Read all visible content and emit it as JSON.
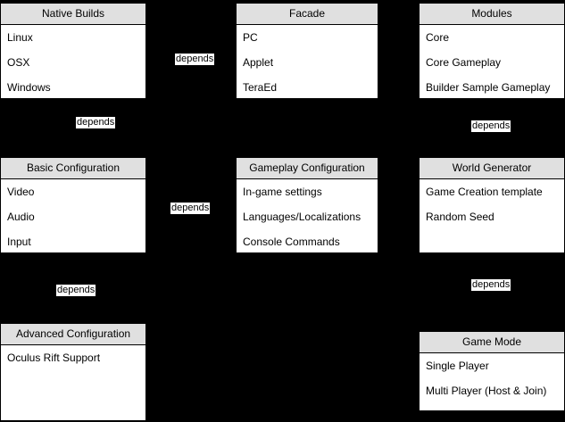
{
  "diagram": {
    "background_color": "#000000",
    "node_header_color": "#e0e0e0",
    "node_body_color": "#ffffff",
    "node_border_color": "#000000",
    "nodes": [
      {
        "id": "native-builds",
        "title": "Native Builds",
        "items": [
          "Linux",
          "OSX",
          "Windows"
        ]
      },
      {
        "id": "facade",
        "title": "Facade",
        "items": [
          "PC",
          "Applet",
          "TeraEd"
        ]
      },
      {
        "id": "modules",
        "title": "Modules",
        "items": [
          "Core",
          "Core Gameplay",
          "Builder Sample Gameplay"
        ]
      },
      {
        "id": "basic-configuration",
        "title": "Basic Configuration",
        "items": [
          "Video",
          "Audio",
          "Input"
        ]
      },
      {
        "id": "gameplay-configuration",
        "title": "Gameplay Configuration",
        "items": [
          "In-game settings",
          "Languages/Localizations",
          "Console Commands"
        ]
      },
      {
        "id": "world-generator",
        "title": "World Generator",
        "items": [
          "Game Creation template",
          "Random Seed"
        ]
      },
      {
        "id": "advanced-configuration",
        "title": "Advanced Configuration",
        "items": [
          "Oculus Rift Support"
        ]
      },
      {
        "id": "game-mode",
        "title": "Game Mode",
        "items": [
          "Single Player",
          "Multi Player (Host & Join)"
        ]
      }
    ],
    "edge_labels": [
      {
        "id": "native-builds-to-facade",
        "text": "depends"
      },
      {
        "id": "native-builds-to-basic-configuration",
        "text": "depends"
      },
      {
        "id": "modules-to-world-generator",
        "text": "depends"
      },
      {
        "id": "basic-configuration-to-gameplay-configuration",
        "text": "depends"
      },
      {
        "id": "basic-configuration-to-advanced-configuration",
        "text": "depends"
      },
      {
        "id": "world-generator-to-game-mode",
        "text": "depends"
      }
    ]
  }
}
